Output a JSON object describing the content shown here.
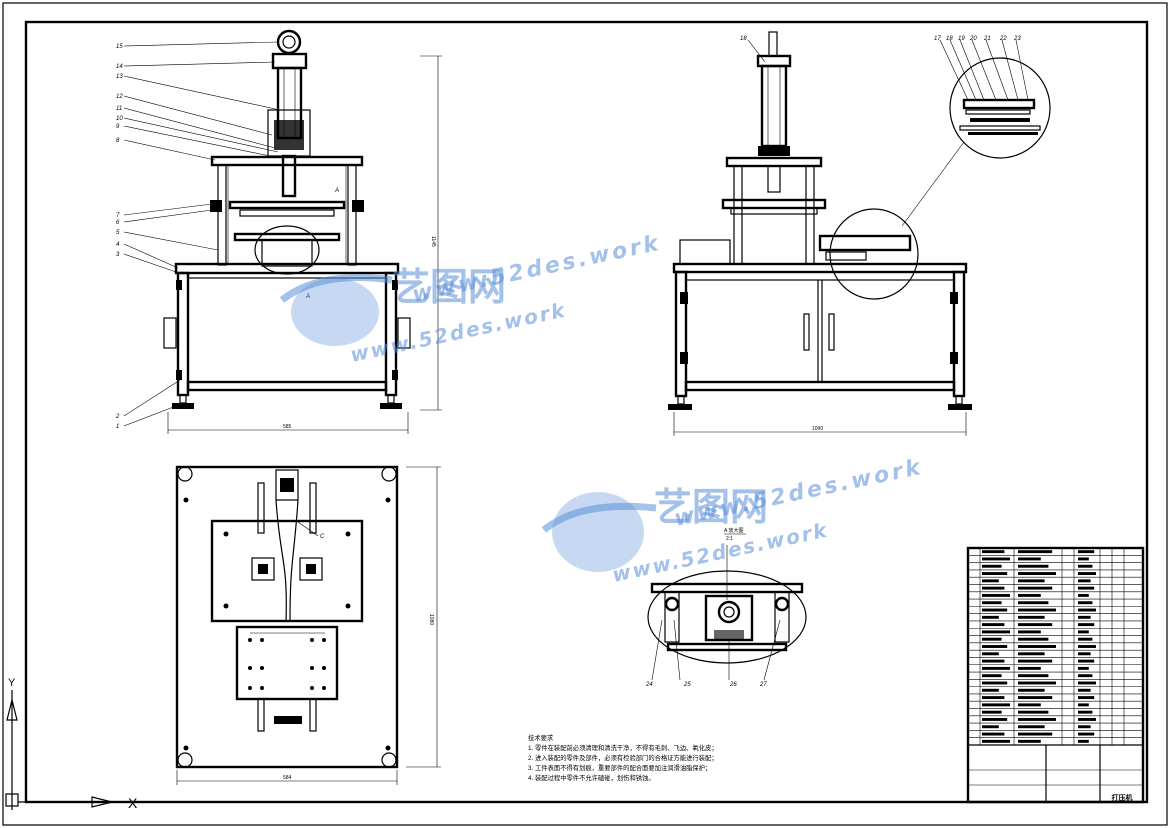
{
  "dimensions": {
    "front_width": "585",
    "front_height": "1145",
    "side_width": "1090",
    "plan_width": "584",
    "plan_height": "1080"
  },
  "part_labels": {
    "front_left": [
      "15",
      "14",
      "13",
      "12",
      "11",
      "10",
      "9",
      "8",
      "7",
      "6",
      "5",
      "4",
      "3",
      "2",
      "1"
    ],
    "side_top": "18",
    "detail_top": [
      "17",
      "18",
      "19",
      "20",
      "21",
      "22",
      "23"
    ],
    "detail_bottom": [
      "24",
      "25",
      "26",
      "27"
    ],
    "callout_a": "A",
    "callout_c": "C"
  },
  "detail_view_label": "A 放大图",
  "detail_view_sub": "2:1",
  "tech_requirements": {
    "title": "技术要求",
    "items": [
      "1. 零件在装配前必须清理和清洗干净，不得有毛刺、飞边、氧化皮；",
      "2. 进入装配的零件及部件，必须有检验部门的合格证方能进行装配；",
      "3. 工件表面不得有划痕，重要部件的配合面要加注润滑油脂保护；",
      "4. 装配过程中零件不允许磕碰，划伤和锈蚀。"
    ]
  },
  "watermark": {
    "name": "艺图网",
    "url": "www.52des.work"
  },
  "title_block": {
    "name": "打压机"
  },
  "colors": {
    "line": "#000000",
    "watermark": "#5b8fd9",
    "background": "#ffffff"
  }
}
